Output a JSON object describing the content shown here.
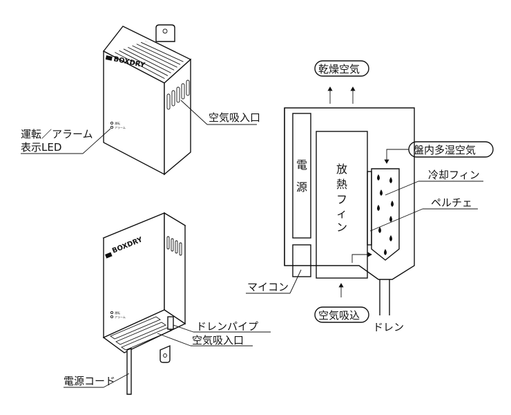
{
  "brand": "BOXDRY",
  "top_unit": {
    "label_air_intake": "空気吸入口",
    "label_led_line1": "運転／アラーム",
    "label_led_line2": "表示LED",
    "led_text_run": "運転",
    "led_text_alarm": "アラーム"
  },
  "bottom_unit": {
    "label_drain_pipe": "ドレンパイプ",
    "label_air_intake": "空気吸入口",
    "label_power_cord": "電源コード",
    "led_text_run": "運転",
    "led_text_alarm": "アラーム"
  },
  "schematic": {
    "top_bubble": "乾燥空気",
    "bottom_bubble": "空気吸込",
    "power_chars": [
      "電",
      "源"
    ],
    "fin_chars": [
      "放",
      "熱",
      "フ",
      "ィ",
      "ン"
    ],
    "label_humid_air": "盤内多湿空気",
    "label_cooling_fin": "冷却フィン",
    "label_peltier": "ペルチェ",
    "label_microcomputer": "マイコン",
    "label_drain": "ドレン"
  }
}
